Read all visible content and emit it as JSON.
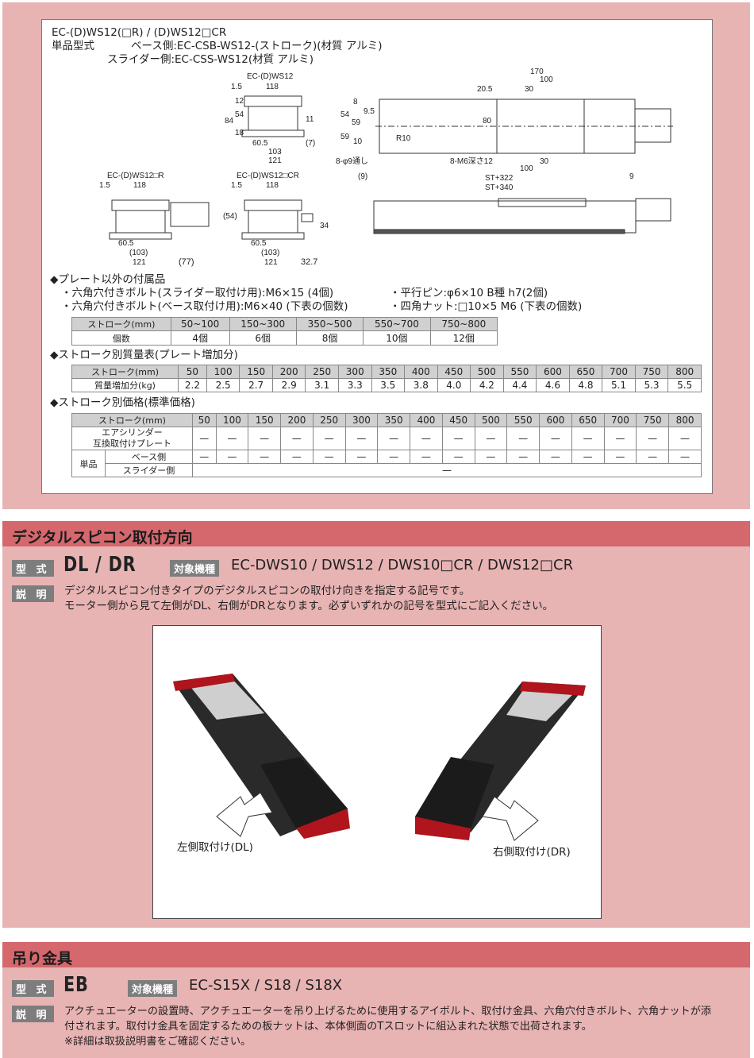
{
  "spec": {
    "title": "EC-(D)WS12(□R) / (D)WS12□CR",
    "unit_label": "単品型式",
    "base_line": "ベース側:EC-CSB-WS12-(ストローク)(材質 アルミ)",
    "slider_line": "スライダー側:EC-CSS-WS12(材質 アルミ)",
    "drawings": {
      "front_title": "EC-(D)WS12",
      "r_title": "EC-(D)WS12□R",
      "cr_title": "EC-(D)WS12□CR",
      "dims": {
        "d15": "1.5",
        "d118": "118",
        "d12": "12",
        "d84": "84",
        "d54": "54",
        "p54": "(54)",
        "d18": "18",
        "d11": "11",
        "p7": "(7)",
        "d605": "60.5",
        "d103": "103",
        "p103": "(103)",
        "d121": "121",
        "p77": "(77)",
        "p327": "32.7",
        "d34": "34",
        "d170": "170",
        "d100": "100",
        "d30": "30",
        "d205": "20.5",
        "d8": "8",
        "d59": "59",
        "d95": "9.5",
        "d10": "10",
        "d80": "80",
        "r10": "R10",
        "holes": "8-φ9通し",
        "taps": "8-M6深さ12",
        "p9": "(9)",
        "d9": "9",
        "st322": "ST+322",
        "st340": "ST+340"
      }
    },
    "accessories": {
      "heading": "◆プレート以外の付属品",
      "items": [
        "・六角穴付きボルト(スライダー取付け用):M6×15 (4個)",
        "・平行ピン:φ6×10 B種 h7(2個)",
        "・六角穴付きボルト(ベース取付け用):M6×40 (下表の個数)",
        "・四角ナット:□10×5  M6 (下表の個数)"
      ],
      "table": {
        "header": [
          "ストローク(mm)",
          "50~100",
          "150~300",
          "350~500",
          "550~700",
          "750~800"
        ],
        "row": [
          "個数",
          "4個",
          "6個",
          "8個",
          "10個",
          "12個"
        ]
      }
    },
    "mass": {
      "heading": "◆ストローク別質量表(プレート増加分)",
      "header": [
        "ストローク(mm)",
        "50",
        "100",
        "150",
        "200",
        "250",
        "300",
        "350",
        "400",
        "450",
        "500",
        "550",
        "600",
        "650",
        "700",
        "750",
        "800"
      ],
      "row": [
        "質量増加分(kg)",
        "2.2",
        "2.5",
        "2.7",
        "2.9",
        "3.1",
        "3.3",
        "3.5",
        "3.8",
        "4.0",
        "4.2",
        "4.4",
        "4.6",
        "4.8",
        "5.1",
        "5.3",
        "5.5"
      ]
    },
    "price": {
      "heading": "◆ストローク別価格(標準価格)",
      "header": [
        "ストローク(mm)",
        "50",
        "100",
        "150",
        "200",
        "250",
        "300",
        "350",
        "400",
        "450",
        "500",
        "550",
        "600",
        "650",
        "700",
        "750",
        "800"
      ],
      "row1_label_a": "エアシリンダー",
      "row1_label_b": "互換取付けプレート",
      "unit_label": "単品",
      "base_label": "ベース側",
      "slider_label": "スライダー側",
      "dash": "—"
    }
  },
  "dspc": {
    "title": "デジタルスピコン取付方向",
    "type_tag": "型 式",
    "code": "DL / DR",
    "target_tag": "対象機種",
    "models": "EC-DWS10 / DWS12 / DWS10□CR / DWS12□CR",
    "desc_tag": "説 明",
    "desc": [
      "デジタルスピコン付きタイプのデジタルスピコンの取付け向きを指定する記号です。",
      "モーター側から見て左側がDL、右側がDRとなります。必ずいずれかの記号を型式にご記入ください。"
    ],
    "left_label": "左側取付け(DL)",
    "right_label": "右側取付け(DR)"
  },
  "eb": {
    "title": "吊り金具",
    "type_tag": "型 式",
    "code": "EB",
    "target_tag": "対象機種",
    "models": "EC-S15X / S18 / S18X",
    "desc_tag": "説 明",
    "desc": [
      "アクチュエーターの設置時、アクチュエーターを吊り上げるために使用するアイボルト、取付け金具、六角穴付きボルト、六角ナットが添",
      "付されます。取付け金具を固定するための板ナットは、本体側面のTスロットに組込まれた状態で出荷されます。",
      "※詳細は取扱説明書をご確認ください。"
    ]
  },
  "colors": {
    "panel": "#e8b3b3",
    "bar": "#d4686d",
    "tag": "#7d7d7d",
    "actuator_red": "#b0141c"
  }
}
